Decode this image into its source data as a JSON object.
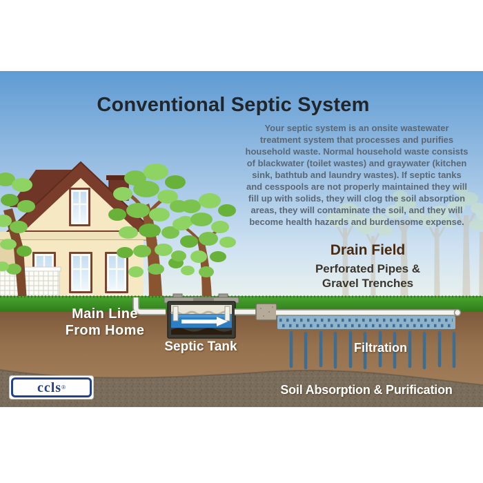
{
  "title": "Conventional Septic System",
  "intro": {
    "lines": [
      "Your septic system is an onsite wastewater",
      "treatment system that processes and purifies",
      "household waste. Normal household waste consists",
      "of blackwater (toilet wastes) and graywater (kitchen",
      "sink, bathtub and laundry wastes).  If septic tanks",
      "and cesspools are not properly maintained they will",
      "fill up with solids, they will clog the soil absorption",
      "areas, they will contaminate the soil, and they will",
      "become health hazards and burdensome expense."
    ]
  },
  "drain_field": {
    "heading": "Drain Field",
    "line1": "Perforated Pipes &",
    "line2": "Gravel Trenches"
  },
  "labels": {
    "main_line1": "Main Line",
    "main_line2": "From Home",
    "septic_tank": "Septic Tank",
    "filtration": "Filtration",
    "soil_absorption": "Soil Absorption & Purification"
  },
  "logo": {
    "text": "ccls",
    "mark": "®"
  },
  "colors": {
    "sky_top": "#5f9bd3",
    "sky_horizon": "#e9f1ed",
    "grass": "#3f9b28",
    "soil": "#96714e",
    "deep_soil": "#7b6d5c",
    "roof": "#7b3d2b",
    "wall": "#f5e8c2",
    "leaf_green": "#7cc34d",
    "tank_water": "#2e7ec4",
    "pipe_white": "#f2f2ee",
    "title_text": "#20262c",
    "paragraph_text": "#5a6774",
    "drain_heading_text": "#4a2a10",
    "label_white": "#ffffff",
    "logo_blue": "#24418e"
  }
}
